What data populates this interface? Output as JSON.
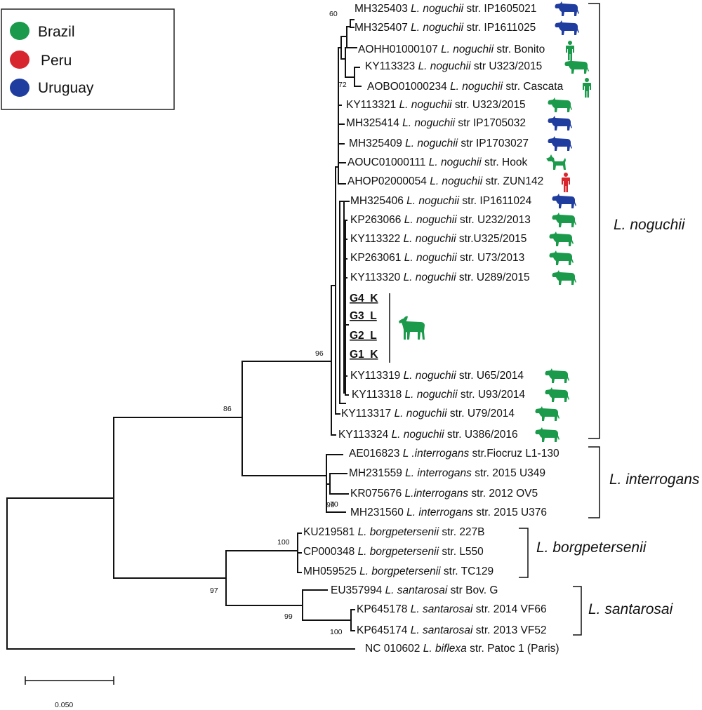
{
  "legend": {
    "items": [
      {
        "label": "Brazil",
        "color": "#1a9a4a"
      },
      {
        "label": "Peru",
        "color": "#d7262e"
      },
      {
        "label": "Uruguay",
        "color": "#1f3d9e"
      }
    ]
  },
  "leaves": [
    {
      "acc": "MH325403",
      "sp": "L. noguchii",
      "strain": "str. IP1605021",
      "icon": "cow-icon",
      "color": "#1f3d9e"
    },
    {
      "acc": "MH325407",
      "sp": "L. noguchii",
      "strain": "str. IP1611025",
      "icon": "cow-icon",
      "color": "#1f3d9e"
    },
    {
      "acc": "AOHH01000107",
      "sp": "L. noguchii",
      "strain": "str. Bonito",
      "icon": "human-icon",
      "color": "#1a9a4a"
    },
    {
      "acc": "KY113323",
      "sp": "L. noguchii",
      "strain": "str U323/2015",
      "icon": "cow-icon",
      "color": "#1a9a4a"
    },
    {
      "acc": "AOBO01000234",
      "sp": "L. noguchii",
      "strain": "str. Cascata",
      "icon": "human-icon",
      "color": "#1a9a4a"
    },
    {
      "acc": "KY113321",
      "sp": "L. noguchii",
      "strain": "str. U323/2015",
      "icon": "cow-icon",
      "color": "#1a9a4a"
    },
    {
      "acc": "MH325414",
      "sp": "L. noguchii",
      "strain": "str IP1705032",
      "icon": "cow-icon",
      "color": "#1f3d9e"
    },
    {
      "acc": "MH325409",
      "sp": "L. noguchii",
      "strain": "str IP1703027",
      "icon": "cow-icon",
      "color": "#1f3d9e"
    },
    {
      "acc": "AOUC01000111",
      "sp": "L. noguchii",
      "strain": "str. Hook",
      "icon": "dog-icon",
      "color": "#1a9a4a"
    },
    {
      "acc": "AHOP02000054",
      "sp": "L. noguchii",
      "strain": "str. ZUN142",
      "icon": "human-icon",
      "color": "#d7262e"
    },
    {
      "acc": "MH325406",
      "sp": "L. noguchii",
      "strain": "str. IP1611024",
      "icon": "cow-icon",
      "color": "#1f3d9e"
    },
    {
      "acc": "KP263066",
      "sp": "L. noguchii",
      "strain": "str. U232/2013",
      "icon": "cow-icon",
      "color": "#1a9a4a"
    },
    {
      "acc": "KY113322",
      "sp": "L. noguchii",
      "strain": "str.U325/2015",
      "icon": "cow-icon",
      "color": "#1a9a4a"
    },
    {
      "acc": "KP263061",
      "sp": "L. noguchii",
      "strain": "str. U73/2013",
      "icon": "cow-icon",
      "color": "#1a9a4a"
    },
    {
      "acc": "KY113320",
      "sp": "L. noguchii",
      "strain": "str. U289/2015",
      "icon": "cow-icon",
      "color": "#1a9a4a"
    },
    {
      "acc": "KY113319",
      "sp": "L. noguchii",
      "strain": "str. U65/2014",
      "icon": "cow-icon",
      "color": "#1a9a4a"
    },
    {
      "acc": "KY113318",
      "sp": "L. noguchii",
      "strain": "str. U93/2014",
      "icon": "cow-icon",
      "color": "#1a9a4a"
    },
    {
      "acc": "KY113317",
      "sp": "L. noguchii",
      "strain": "str. U79/2014",
      "icon": "cow-icon",
      "color": "#1a9a4a"
    },
    {
      "acc": "KY113324",
      "sp": "L. noguchii",
      "strain": "str. U386/2016",
      "icon": "cow-icon",
      "color": "#1a9a4a"
    },
    {
      "acc": "AE016823",
      "sp": "L .interrogans",
      "strain": "str.Fiocruz L1-130",
      "icon": "",
      "color": ""
    },
    {
      "acc": "MH231559",
      "sp": "L. interrogans",
      "strain": "str. 2015 U349",
      "icon": "",
      "color": ""
    },
    {
      "acc": "KR075676",
      "sp": "L.interrogans",
      "strain": "str. 2012 OV5",
      "icon": "",
      "color": ""
    },
    {
      "acc": "MH231560",
      "sp": "L. interrogans",
      "strain": "str. 2015 U376",
      "icon": "",
      "color": ""
    },
    {
      "acc": "KU219581",
      "sp": "L. borgpetersenii",
      "strain": "str. 227B",
      "icon": "",
      "color": ""
    },
    {
      "acc": "CP000348",
      "sp": "L. borgpetersenii",
      "strain": "str. L550",
      "icon": "",
      "color": ""
    },
    {
      "acc": "MH059525",
      "sp": "L. borgpetersenii",
      "strain": "str. TC129",
      "icon": "",
      "color": ""
    },
    {
      "acc": "EU357994",
      "sp": "L. santarosai",
      "strain": "str Bov. G",
      "icon": "",
      "color": ""
    },
    {
      "acc": "KP645178",
      "sp": "L. santarosai",
      "strain": "str. 2014 VF66",
      "icon": "",
      "color": ""
    },
    {
      "acc": "KP645174",
      "sp": "L. santarosai",
      "strain": "str. 2013 VF52",
      "icon": "",
      "color": ""
    },
    {
      "acc": "NC 010602",
      "sp": "L. biflexa",
      "strain": "str. Patoc 1 (Paris)",
      "icon": "",
      "color": ""
    }
  ],
  "study_isolates": {
    "labels": [
      "G4_K",
      "G3_L",
      "G2_L",
      "G1_K"
    ],
    "icon": "goat-icon",
    "color": "#1a9a4a"
  },
  "bootstrap": [
    "60",
    "72",
    "96",
    "86",
    "99",
    "70",
    "100",
    "97",
    "99",
    "100"
  ],
  "clades": [
    "L. noguchii",
    "L. interrogans",
    "L. borgpetersenii",
    "L. santarosai"
  ],
  "scale_bar": {
    "label": "0.050"
  }
}
